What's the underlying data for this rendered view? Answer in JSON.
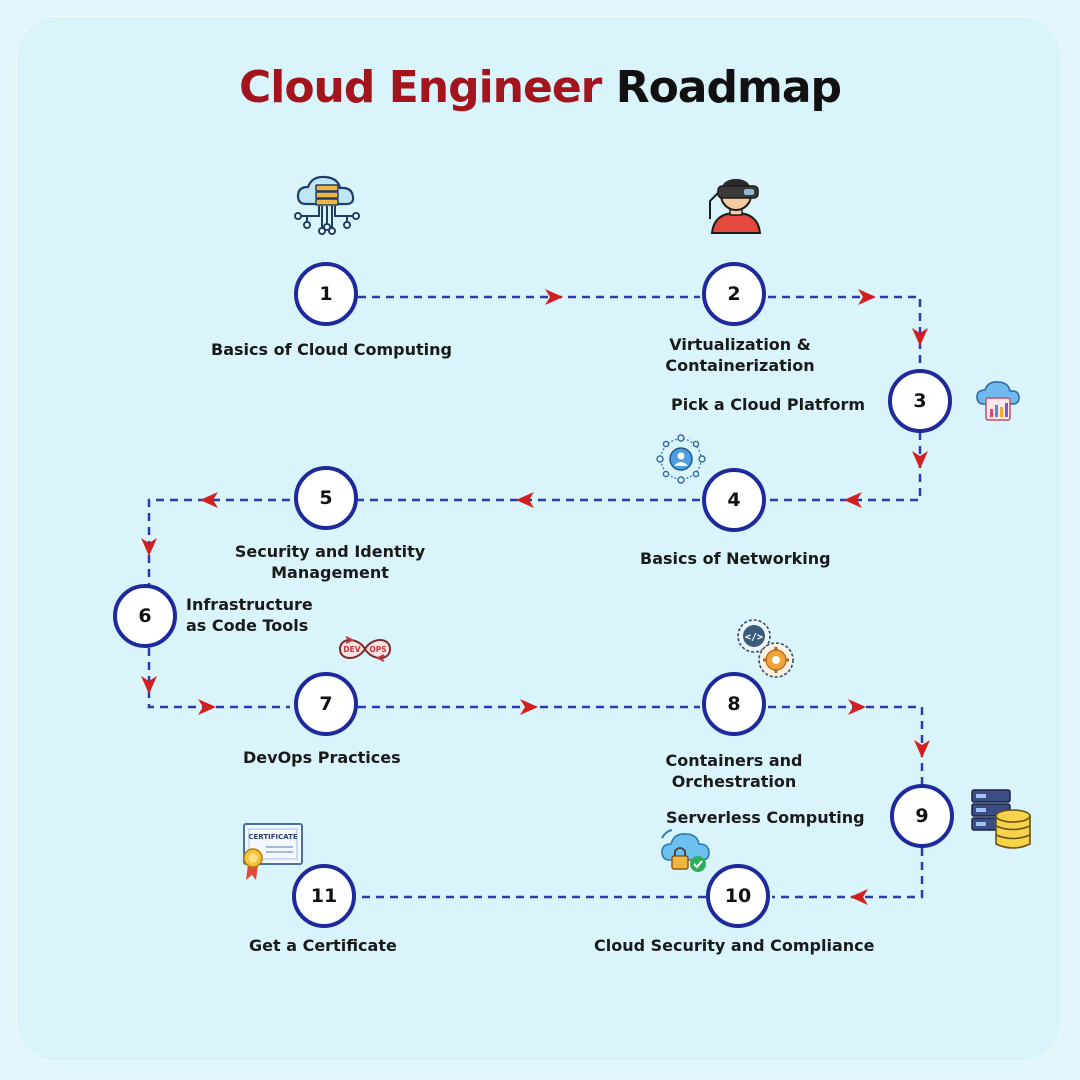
{
  "title": {
    "part1": "Cloud Engineer",
    "part2": "Roadmap"
  },
  "colors": {
    "accent_red": "#a3141c",
    "node_blue": "#1e2a9c",
    "arrow_red": "#d31f1f",
    "background": "#d9f4fb"
  },
  "steps": [
    {
      "number": "1",
      "label": "Basics of Cloud Computing",
      "icon": "cloud-server-icon"
    },
    {
      "number": "2",
      "label": "Virtualization &",
      "label2": "Containerization",
      "icon": "vr-headset-user-icon"
    },
    {
      "number": "3",
      "label": "Pick a Cloud Platform",
      "icon": "cloud-analytics-icon"
    },
    {
      "number": "4",
      "label": "Basics of Networking",
      "icon": "network-users-icon"
    },
    {
      "number": "5",
      "label": "Security and Identity",
      "label2": "Management"
    },
    {
      "number": "6",
      "label": "Infrastructure",
      "label2": "as Code Tools"
    },
    {
      "number": "7",
      "label": "DevOps Practices",
      "icon": "devops-loop-icon",
      "icon_text": [
        "DEV",
        "OPS"
      ]
    },
    {
      "number": "8",
      "label": "Containers and",
      "label2": "Orchestration",
      "icon": "code-gear-icon"
    },
    {
      "number": "9",
      "label": "Serverless Computing",
      "icon": "database-server-icon"
    },
    {
      "number": "10",
      "label": "Cloud Security and Compliance",
      "icon": "cloud-lock-icon"
    },
    {
      "number": "11",
      "label": "Get a Certificate",
      "icon": "certificate-icon",
      "icon_text": "CERTIFICATE"
    }
  ]
}
